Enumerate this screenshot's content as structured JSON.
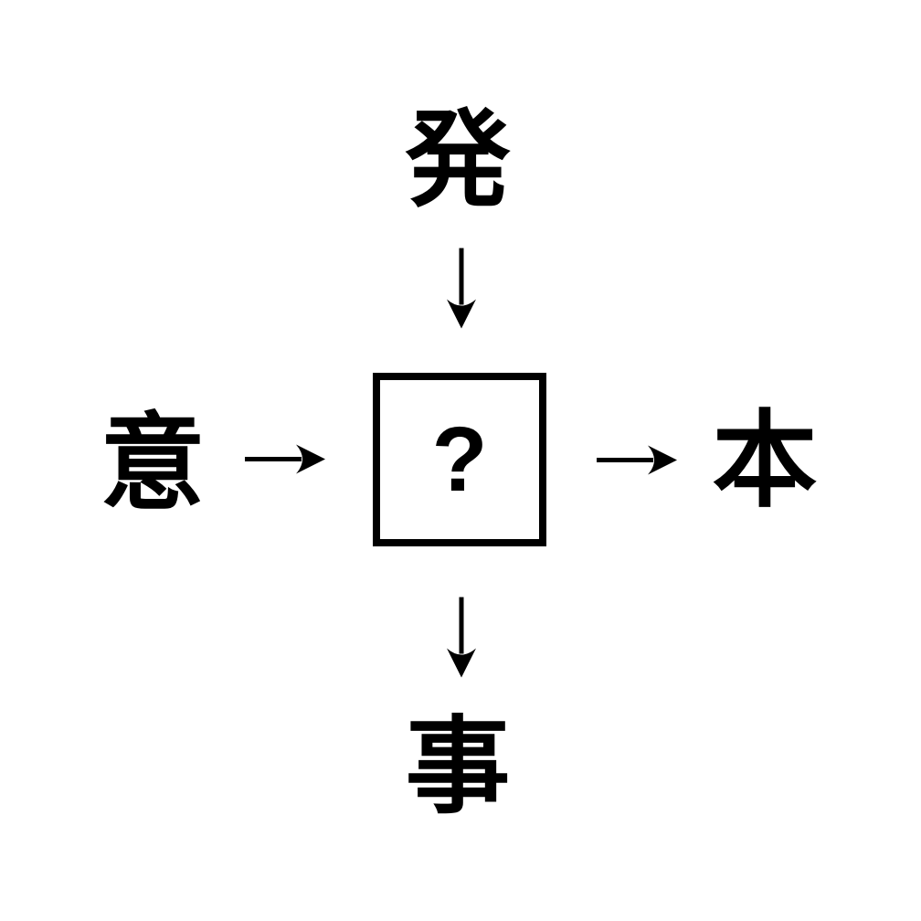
{
  "puzzle": {
    "description": "kanji-fill-in-the-blank-puzzle",
    "top_kanji": "発",
    "left_kanji": "意",
    "right_kanji": "本",
    "bottom_kanji": "事",
    "center_placeholder": "?",
    "arrows": {
      "top": "arrow-down",
      "left": "arrow-right",
      "right": "arrow-right",
      "bottom": "arrow-down"
    },
    "colors": {
      "ink": "#000000",
      "background": "#ffffff"
    }
  }
}
